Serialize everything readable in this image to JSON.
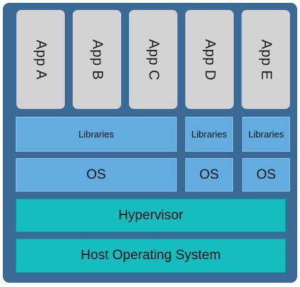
{
  "apps": [
    {
      "label": "App A"
    },
    {
      "label": "App B"
    },
    {
      "label": "App C"
    },
    {
      "label": "App D"
    },
    {
      "label": "App E"
    }
  ],
  "libraries": [
    {
      "label": "Libraries"
    },
    {
      "label": "Libraries"
    },
    {
      "label": "Libraries"
    }
  ],
  "os": [
    {
      "label": "OS"
    },
    {
      "label": "OS"
    },
    {
      "label": "OS"
    }
  ],
  "hypervisor": {
    "label": "Hypervisor"
  },
  "host_os": {
    "label": "Host Operating System"
  },
  "colors": {
    "frame": "#3c6a96",
    "app": "#d3d3d3",
    "layer": "#62ace0",
    "band": "#15bcc0"
  }
}
